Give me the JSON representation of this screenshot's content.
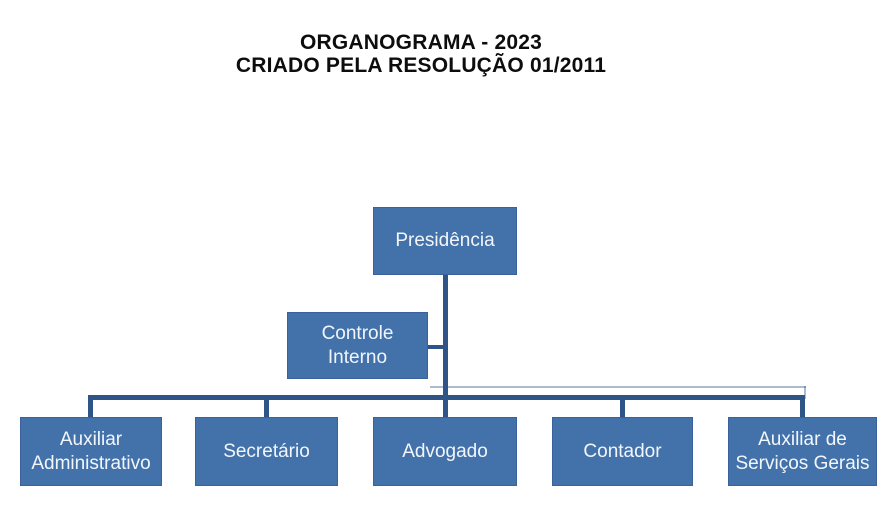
{
  "title": {
    "line1": "ORGANOGRAMA - 2023",
    "line2": "CRIADO PELA RESOLUÇÃO 01/2011"
  },
  "org": {
    "root": {
      "label": "Presidência"
    },
    "assistant": {
      "label": "Controle\nInterno"
    },
    "subordinates": [
      {
        "label": "Auxiliar\nAdministrativo"
      },
      {
        "label": "Secretário"
      },
      {
        "label": "Advogado"
      },
      {
        "label": "Contador"
      },
      {
        "label": "Auxiliar de\nServiços Gerais"
      }
    ]
  },
  "colors": {
    "page_bg": "#ffffff",
    "title_text": "#0d0d0d",
    "box_fill": "#4372ab",
    "box_border": "#3a619c",
    "label_text": "#f2f6fb",
    "connector": "#2f5488"
  }
}
